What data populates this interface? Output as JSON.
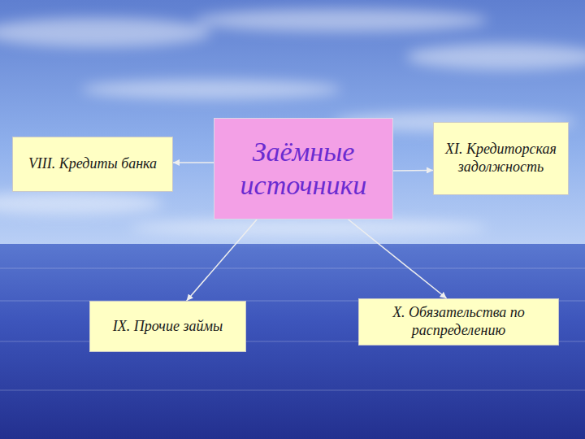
{
  "diagram": {
    "nodes": [
      {
        "text": [
          "VIII. Кредиты банка"
        ]
      },
      {
        "text": [
          "Заёмные источники"
        ]
      },
      {
        "text": [
          "XI. Кредиторская задолжность"
        ]
      },
      {
        "text": [
          "IX. Прочие займы"
        ]
      },
      {
        "text": [
          "X. Обязательства по распределению"
        ]
      }
    ],
    "edges": [
      {
        "from": 1,
        "to": 0,
        "arrow": "to"
      },
      {
        "from": 1,
        "to": 2,
        "arrow": "to"
      },
      {
        "from": 1,
        "to": 3,
        "arrow": "to"
      },
      {
        "from": 1,
        "to": 4,
        "arrow": "to"
      }
    ]
  }
}
